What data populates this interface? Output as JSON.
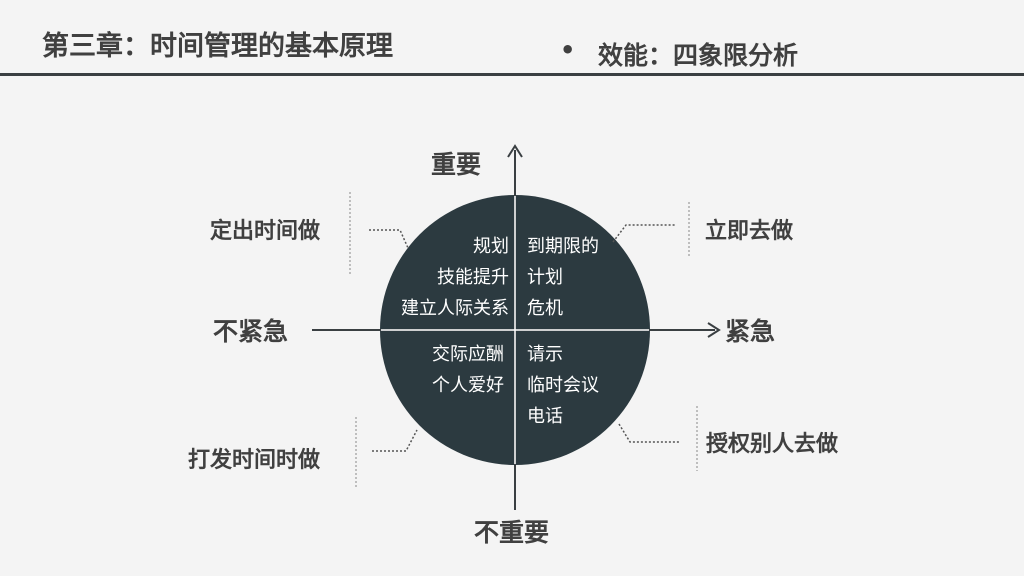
{
  "header": {
    "title": "第三章：时间管理的基本原理",
    "bullet": "•",
    "subtitle": "效能：四象限分析"
  },
  "axes": {
    "top": "重要",
    "bottom": "不重要",
    "left": "不紧急",
    "right": "紧急"
  },
  "quadrants": {
    "important_not_urgent": {
      "action": "定出时间做",
      "items": [
        "规划",
        "技能提升",
        "建立人际关系"
      ]
    },
    "important_urgent": {
      "action": "立即去做",
      "items": [
        "到期限的",
        "计划",
        "危机"
      ]
    },
    "not_important_not_urgent": {
      "action": "打发时间时做",
      "items": [
        "交际应酬",
        "个人爱好"
      ]
    },
    "not_important_urgent": {
      "action": "授权别人去做",
      "items": [
        "请示",
        "临时会议",
        "电话"
      ]
    }
  },
  "colors": {
    "circle": "#2c3a40",
    "axis": "#3a3f42",
    "text_dark": "#404040",
    "text_light": "#ffffff",
    "background": "#f4f4f4"
  }
}
